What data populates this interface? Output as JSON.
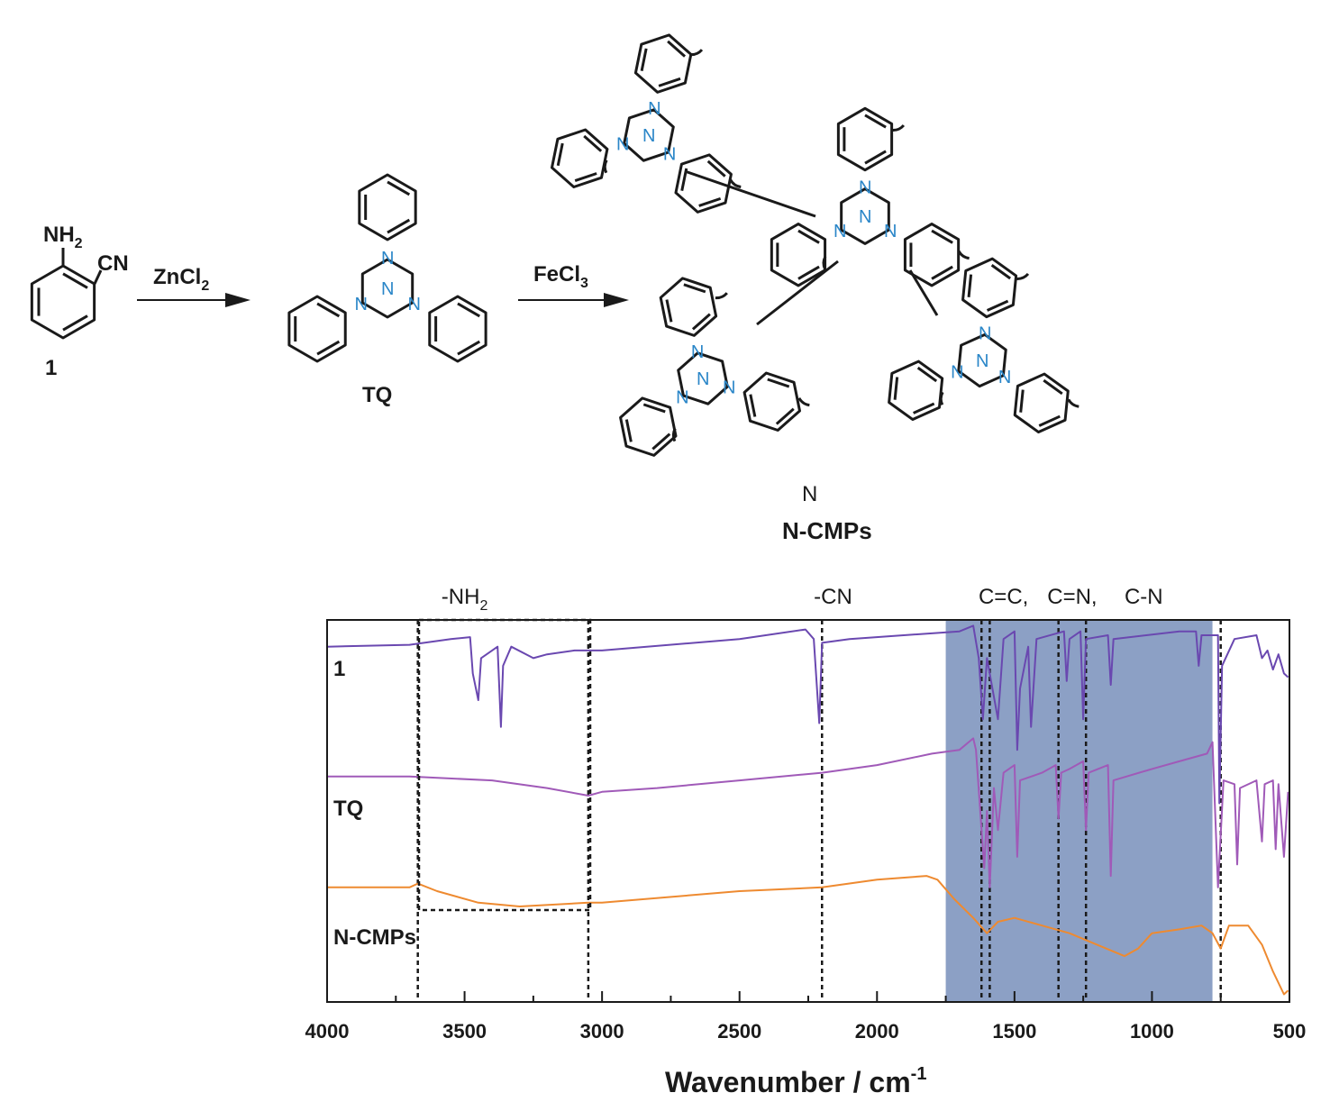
{
  "scheme": {
    "compound1_label": "1",
    "compound1_groups": {
      "amine": "NH",
      "amine_sub": "2",
      "nitrile": "CN"
    },
    "arrow1_reagent": "ZnCl",
    "arrow1_reagent_sub": "2",
    "tq_label": "TQ",
    "arrow2_reagent": "FeCl",
    "arrow2_reagent_sub": "3",
    "ncmp_stray_atom": "N",
    "ncmp_label": "N-CMPs",
    "nitrogen_symbol": "N",
    "colors": {
      "nitrogen": "#2a86c8",
      "bond": "#1a1a1a"
    }
  },
  "chart_data": {
    "type": "line",
    "title": "",
    "xlabel": "Wavenumber / cm",
    "xlabel_sup": "-1",
    "ylabel": "",
    "xlim": [
      4000,
      500
    ],
    "ylim": [
      0,
      1
    ],
    "x_reversed": true,
    "grid": false,
    "xticks": [
      4000,
      3500,
      3000,
      2500,
      2000,
      1500,
      1000,
      500
    ],
    "series_labels_inline": true,
    "series": [
      {
        "name": "1",
        "color": "#6a48b0",
        "baseline": 0.93,
        "points": [
          [
            4000,
            0.93
          ],
          [
            3700,
            0.935
          ],
          [
            3550,
            0.95
          ],
          [
            3480,
            0.955
          ],
          [
            3470,
            0.86
          ],
          [
            3450,
            0.79
          ],
          [
            3440,
            0.9
          ],
          [
            3380,
            0.93
          ],
          [
            3368,
            0.72
          ],
          [
            3360,
            0.88
          ],
          [
            3330,
            0.93
          ],
          [
            3250,
            0.9
          ],
          [
            3200,
            0.91
          ],
          [
            3100,
            0.92
          ],
          [
            3000,
            0.92
          ],
          [
            2500,
            0.95
          ],
          [
            2260,
            0.975
          ],
          [
            2230,
            0.95
          ],
          [
            2210,
            0.73
          ],
          [
            2200,
            0.94
          ],
          [
            2100,
            0.95
          ],
          [
            1700,
            0.97
          ],
          [
            1650,
            0.985
          ],
          [
            1630,
            0.9
          ],
          [
            1615,
            0.74
          ],
          [
            1600,
            0.9
          ],
          [
            1580,
            0.82
          ],
          [
            1560,
            0.74
          ],
          [
            1540,
            0.95
          ],
          [
            1500,
            0.97
          ],
          [
            1490,
            0.66
          ],
          [
            1480,
            0.82
          ],
          [
            1450,
            0.93
          ],
          [
            1440,
            0.72
          ],
          [
            1420,
            0.95
          ],
          [
            1320,
            0.97
          ],
          [
            1310,
            0.84
          ],
          [
            1300,
            0.95
          ],
          [
            1260,
            0.97
          ],
          [
            1250,
            0.74
          ],
          [
            1240,
            0.95
          ],
          [
            1160,
            0.96
          ],
          [
            1150,
            0.83
          ],
          [
            1140,
            0.95
          ],
          [
            900,
            0.97
          ],
          [
            840,
            0.97
          ],
          [
            830,
            0.88
          ],
          [
            820,
            0.96
          ],
          [
            760,
            0.96
          ],
          [
            755,
            0.52
          ],
          [
            745,
            0.88
          ],
          [
            700,
            0.95
          ],
          [
            620,
            0.96
          ],
          [
            600,
            0.9
          ],
          [
            580,
            0.92
          ],
          [
            560,
            0.87
          ],
          [
            540,
            0.91
          ],
          [
            520,
            0.86
          ],
          [
            505,
            0.85
          ]
        ]
      },
      {
        "name": "TQ",
        "color": "#a05ab8",
        "baseline": 0.58,
        "points": [
          [
            4000,
            0.59
          ],
          [
            3700,
            0.59
          ],
          [
            3400,
            0.58
          ],
          [
            3200,
            0.56
          ],
          [
            3050,
            0.54
          ],
          [
            3000,
            0.55
          ],
          [
            2800,
            0.56
          ],
          [
            2500,
            0.58
          ],
          [
            2200,
            0.6
          ],
          [
            2000,
            0.62
          ],
          [
            1800,
            0.65
          ],
          [
            1700,
            0.66
          ],
          [
            1650,
            0.69
          ],
          [
            1640,
            0.66
          ],
          [
            1610,
            0.35
          ],
          [
            1600,
            0.5
          ],
          [
            1590,
            0.3
          ],
          [
            1575,
            0.56
          ],
          [
            1560,
            0.45
          ],
          [
            1540,
            0.6
          ],
          [
            1500,
            0.62
          ],
          [
            1490,
            0.38
          ],
          [
            1480,
            0.58
          ],
          [
            1400,
            0.6
          ],
          [
            1350,
            0.62
          ],
          [
            1340,
            0.48
          ],
          [
            1330,
            0.6
          ],
          [
            1300,
            0.61
          ],
          [
            1250,
            0.63
          ],
          [
            1240,
            0.45
          ],
          [
            1230,
            0.6
          ],
          [
            1160,
            0.62
          ],
          [
            1150,
            0.33
          ],
          [
            1140,
            0.58
          ],
          [
            1000,
            0.61
          ],
          [
            900,
            0.63
          ],
          [
            800,
            0.65
          ],
          [
            780,
            0.68
          ],
          [
            760,
            0.3
          ],
          [
            740,
            0.58
          ],
          [
            700,
            0.57
          ],
          [
            690,
            0.36
          ],
          [
            680,
            0.56
          ],
          [
            620,
            0.58
          ],
          [
            600,
            0.42
          ],
          [
            590,
            0.57
          ],
          [
            560,
            0.58
          ],
          [
            550,
            0.4
          ],
          [
            540,
            0.57
          ],
          [
            520,
            0.38
          ],
          [
            505,
            0.55
          ]
        ]
      },
      {
        "name": "N-CMPs",
        "color": "#ee8a30",
        "baseline": 0.3,
        "points": [
          [
            4000,
            0.3
          ],
          [
            3700,
            0.3
          ],
          [
            3670,
            0.31
          ],
          [
            3600,
            0.29
          ],
          [
            3450,
            0.26
          ],
          [
            3300,
            0.25
          ],
          [
            3050,
            0.26
          ],
          [
            3000,
            0.26
          ],
          [
            2500,
            0.29
          ],
          [
            2200,
            0.3
          ],
          [
            2000,
            0.32
          ],
          [
            1820,
            0.33
          ],
          [
            1780,
            0.32
          ],
          [
            1720,
            0.27
          ],
          [
            1650,
            0.22
          ],
          [
            1600,
            0.18
          ],
          [
            1560,
            0.21
          ],
          [
            1500,
            0.22
          ],
          [
            1400,
            0.2
          ],
          [
            1300,
            0.18
          ],
          [
            1200,
            0.15
          ],
          [
            1100,
            0.12
          ],
          [
            1050,
            0.14
          ],
          [
            1000,
            0.18
          ],
          [
            900,
            0.19
          ],
          [
            820,
            0.2
          ],
          [
            780,
            0.18
          ],
          [
            750,
            0.14
          ],
          [
            720,
            0.2
          ],
          [
            650,
            0.2
          ],
          [
            600,
            0.15
          ],
          [
            560,
            0.08
          ],
          [
            520,
            0.02
          ],
          [
            505,
            0.03
          ]
        ]
      }
    ],
    "annotations": [
      {
        "text": "-NH",
        "sub": "2"
      },
      {
        "text": "-CN",
        "sub": ""
      },
      {
        "text": "C=C,",
        "sub": ""
      },
      {
        "text": "C=N,",
        "sub": ""
      },
      {
        "text": "C-N",
        "sub": ""
      }
    ],
    "reference_lines": [
      3670,
      3050,
      2200,
      1620,
      1590,
      1340,
      1240,
      750
    ],
    "highlight_band": {
      "from": 1750,
      "to": 780,
      "color": "#7f96bf"
    }
  }
}
